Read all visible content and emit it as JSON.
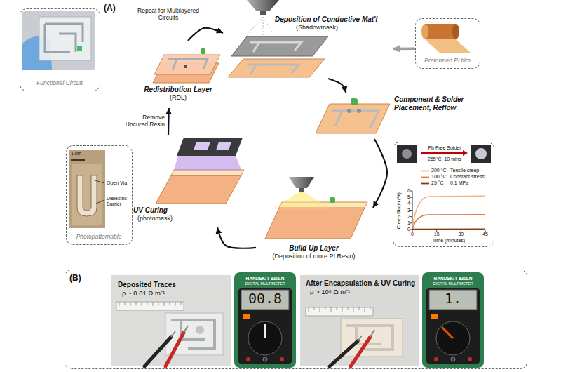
{
  "diagram": {
    "nodes": [
      {
        "text": [
          "Functional Circuit"
        ]
      },
      {
        "text": [
          "Redistribution Layer",
          "(RDL)"
        ]
      },
      {
        "text": [
          "Deposition of Conductive Mat'l",
          "(Shadowmask)"
        ]
      },
      {
        "text": [
          "Preformed PI film"
        ]
      },
      {
        "text": [
          "Component & Solder Placement, Reflow"
        ]
      },
      {
        "text": [
          "Pb Free Solder",
          "265°C, 10 mins"
        ]
      },
      {
        "text": [
          "Photopatternable"
        ]
      },
      {
        "text": [
          "UV Curing",
          "(photomask)"
        ]
      },
      {
        "text": [
          "Build Up Layer",
          "(Deposition of more PI Resin)"
        ]
      },
      {
        "text": [
          "(B)"
        ]
      },
      {
        "text": [
          "Deposited Traces",
          "ρ ~ 0.01 Ω m⁻¹"
        ],
        "in": 9
      },
      {
        "text": [
          "HANDSKIT 830LN",
          "DIGITAL MULTIMETER",
          "00.8"
        ],
        "in": 9
      },
      {
        "text": [
          "After Encapsulation & UV Curing",
          "ρ > 10⁸ Ω m⁻¹"
        ],
        "in": 9
      },
      {
        "text": [
          "HANDSKIT 830LN",
          "DIGITAL MULTIMETER",
          "1."
        ],
        "in": 9
      }
    ],
    "edges": [
      {
        "from": 2,
        "to": 4,
        "arrow": "to"
      },
      {
        "from": 4,
        "to": 8,
        "arrow": "to"
      },
      {
        "from": 8,
        "to": 7,
        "arrow": "to"
      },
      {
        "from": 7,
        "to": 1,
        "label": "Remove Uncured Resin",
        "arrow": "to"
      },
      {
        "from": 1,
        "to": 2,
        "label": "Repeat for Multilayered Circuits",
        "arrow": "to"
      },
      {
        "from": 3,
        "to": 2,
        "arrow": "to"
      }
    ],
    "labels": [
      "(A)",
      "1 cm",
      "Open Via",
      "Dielectric Barrier",
      "Creep Strain (%)",
      "6",
      "5",
      "4",
      "3",
      "2",
      "1",
      "0",
      "0",
      "15",
      "30",
      "45",
      "Time (minutes)",
      "Tensile creep",
      "Constant stress:",
      "0.1 MPa"
    ],
    "legend": [
      {
        "text": "200 °C"
      },
      {
        "text": "100 °C"
      },
      {
        "text": "25 °C"
      }
    ]
  }
}
